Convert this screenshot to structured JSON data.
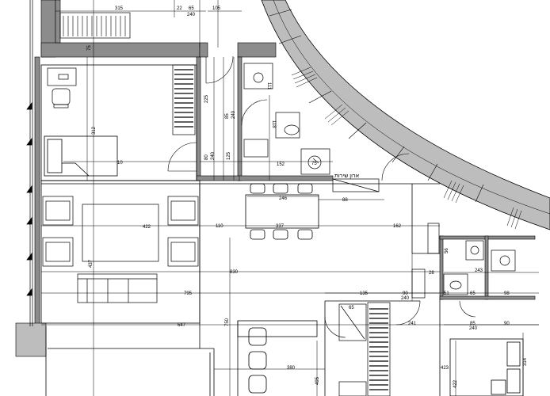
{
  "colors": {
    "wall": "#8c8c8c",
    "line": "#000000",
    "background": "#ffffff"
  },
  "labels": {
    "storage_hebrew": "ארון שירות"
  },
  "dimensions": {
    "d315": "315",
    "d22": "22",
    "d65a": "65",
    "d240a": "240",
    "d105": "105",
    "d111": "111",
    "d75v": "75",
    "d225": "225",
    "d85v": "85",
    "d240v": "240",
    "d118": "118",
    "d80": "80",
    "d240v2": "240",
    "d125": "125",
    "d152": "152",
    "d75": "75",
    "d10": "10",
    "d312": "312",
    "d246": "246",
    "d88": "88",
    "d422": "422",
    "d110": "110",
    "d337": "337",
    "d162": "162",
    "d437": "437",
    "d830": "830",
    "d795": "795",
    "d135": "135",
    "d90a": "90",
    "d240b": "240",
    "d28": "28",
    "d56": "56",
    "d243": "243",
    "d51": "51",
    "d65b": "65",
    "d98": "98",
    "d647": "647",
    "d750": "750",
    "d65c": "65",
    "d241": "241",
    "d85b": "85",
    "d240c": "240",
    "d90b": "90",
    "d423": "423",
    "d314": "314",
    "d380": "380",
    "d495": "495",
    "d422b": "422"
  }
}
